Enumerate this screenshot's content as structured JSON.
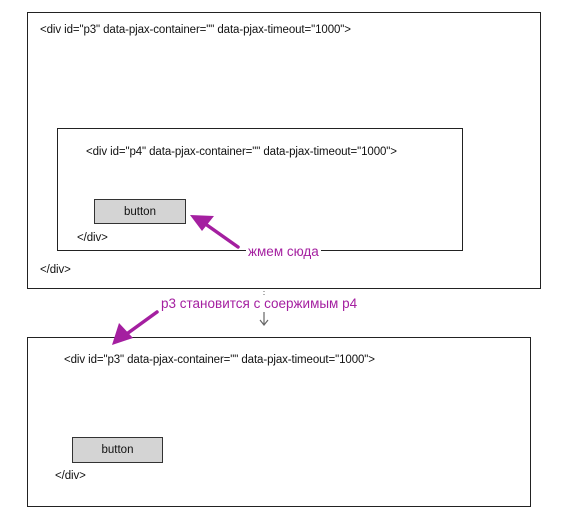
{
  "top_diagram": {
    "outer_open": "<div id=\"p3\" data-pjax-container=\"\" data-pjax-timeout=\"1000\">",
    "inner_open": "<div id=\"p4\" data-pjax-container=\"\" data-pjax-timeout=\"1000\">",
    "button_label": "button",
    "inner_close": "</div>",
    "outer_close": "</div>",
    "click_note": "жмем сюда"
  },
  "transition_note": "p3 становится с соержимым p4",
  "bottom_diagram": {
    "outer_open": "<div id=\"p3\" data-pjax-container=\"\" data-pjax-timeout=\"1000\">",
    "button_label": "button",
    "outer_close": "</div>"
  },
  "colors": {
    "annotation": "#a41fa0",
    "button_fill": "#d4d4d4",
    "border": "#222222"
  }
}
